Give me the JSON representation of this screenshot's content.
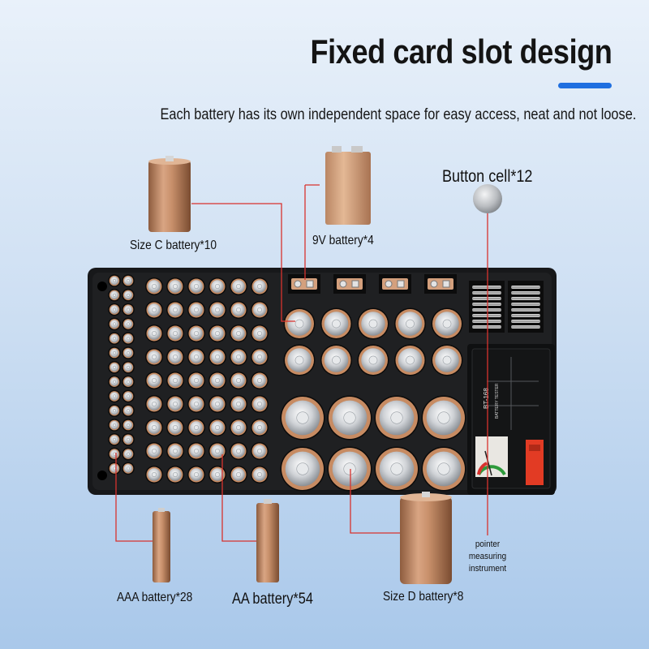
{
  "header": {
    "title": "Fixed card slot design",
    "subtitle": "Each battery has its own independent space for easy access, neat and not loose."
  },
  "labels": {
    "size_c": "Size C battery*10",
    "nine_v": "9V battery*4",
    "button_cell": "Button cell*12",
    "aaa": "AAA battery*28",
    "aa": "AA battery*54",
    "size_d": "Size D battery*8",
    "pointer_line1": "pointer measuring",
    "pointer_line2": "instrument"
  },
  "tester": {
    "model": "BT-168",
    "caption": "BATTERY TESTER"
  },
  "colors": {
    "accent": "#1f6fe0",
    "leader_line": "#d8322e",
    "case": "#17181a",
    "copper": "#c08a65"
  },
  "counts": {
    "aaa": 28,
    "aa": 54,
    "size_c": 10,
    "size_d": 8,
    "nine_v": 4,
    "button_cell": 12
  }
}
